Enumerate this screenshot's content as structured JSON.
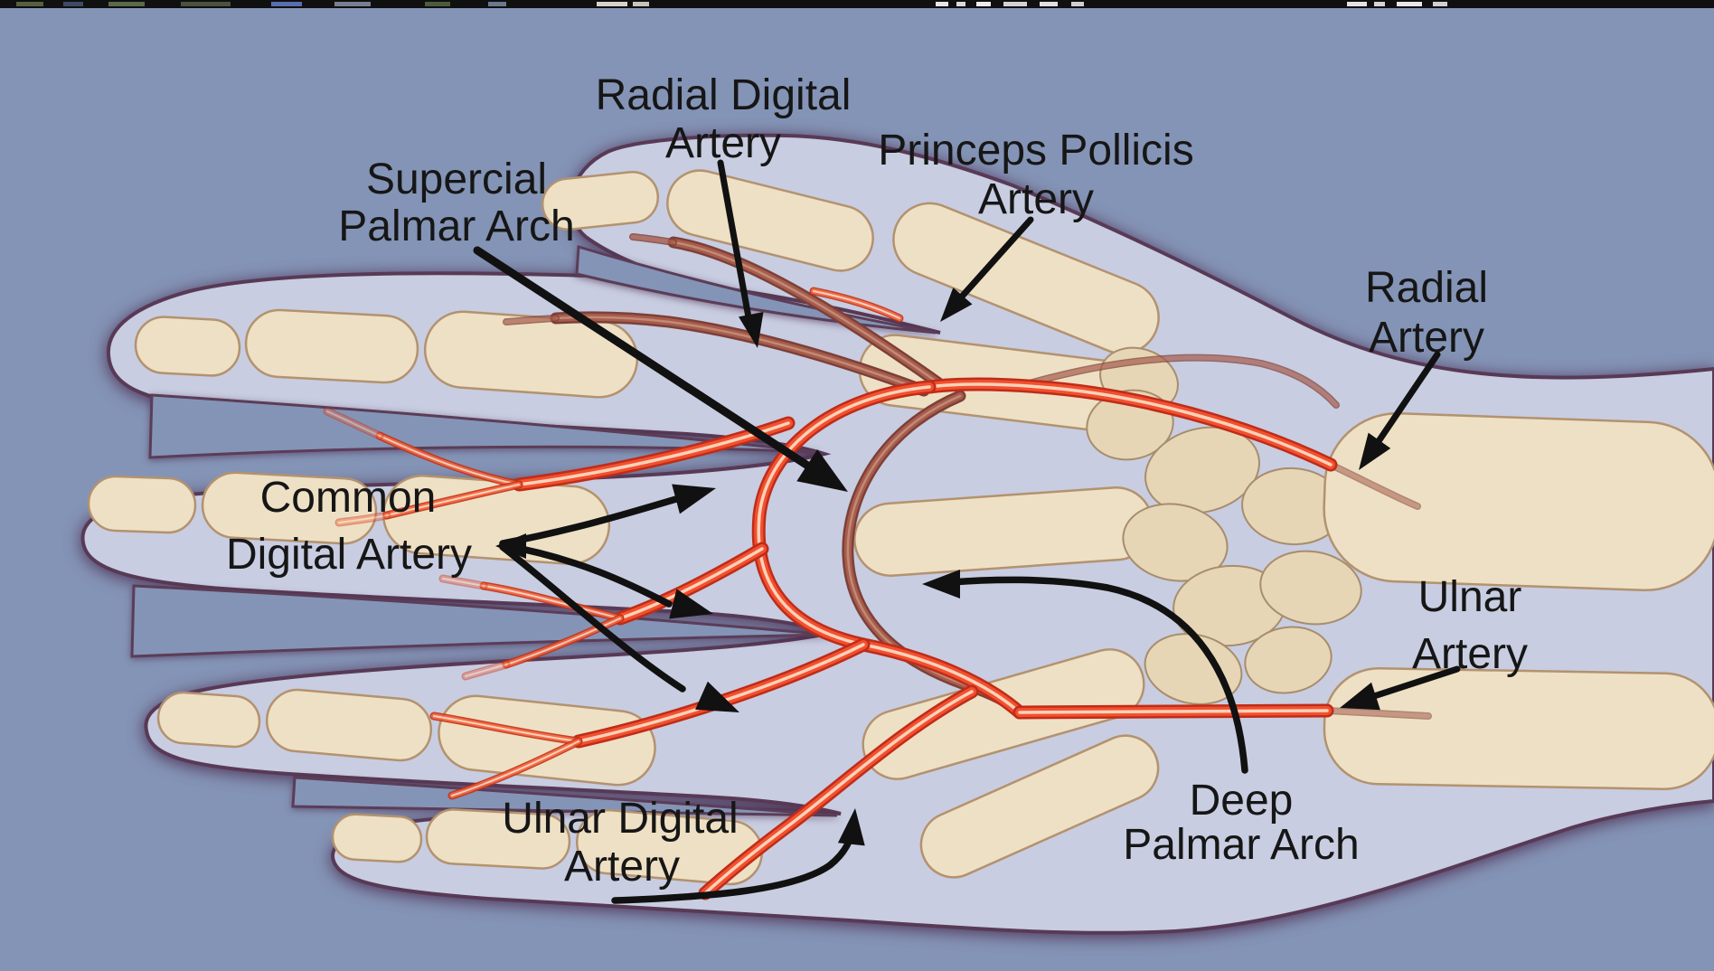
{
  "diagram": {
    "subject": "Arteries of the hand",
    "labels": {
      "superficial_palmar_arch": {
        "line1": "Supercial",
        "line2": "Palmar Arch"
      },
      "radial_digital_artery": {
        "line1": "Radial Digital",
        "line2": "Artery"
      },
      "princeps_pollicis_artery": {
        "line1": "Princeps Pollicis",
        "line2": "Artery"
      },
      "radial_artery": {
        "line1": "Radial",
        "line2": "Artery"
      },
      "common_digital_artery": {
        "line1": "Common",
        "line2": "Digital Artery"
      },
      "ulnar_digital_artery": {
        "line1": "Ulnar Digital",
        "line2": "Artery"
      },
      "deep_palmar_arch": {
        "line1": "Deep",
        "line2": "Palmar Arch"
      },
      "ulnar_artery": {
        "line1": "Ulnar",
        "line2": "Artery"
      }
    },
    "palette": {
      "background": "#8494b6",
      "hand_silhouette": "#c8cde1",
      "outline_plum": "#583a56",
      "bone": "#eee0c4",
      "artery_bright": "#f25030",
      "artery_bright_core": "#ffd2b8",
      "artery_deep": "#a85c4c",
      "label_text": "#161616",
      "arrow_black": "#111111",
      "top_strip": "#101010"
    }
  }
}
